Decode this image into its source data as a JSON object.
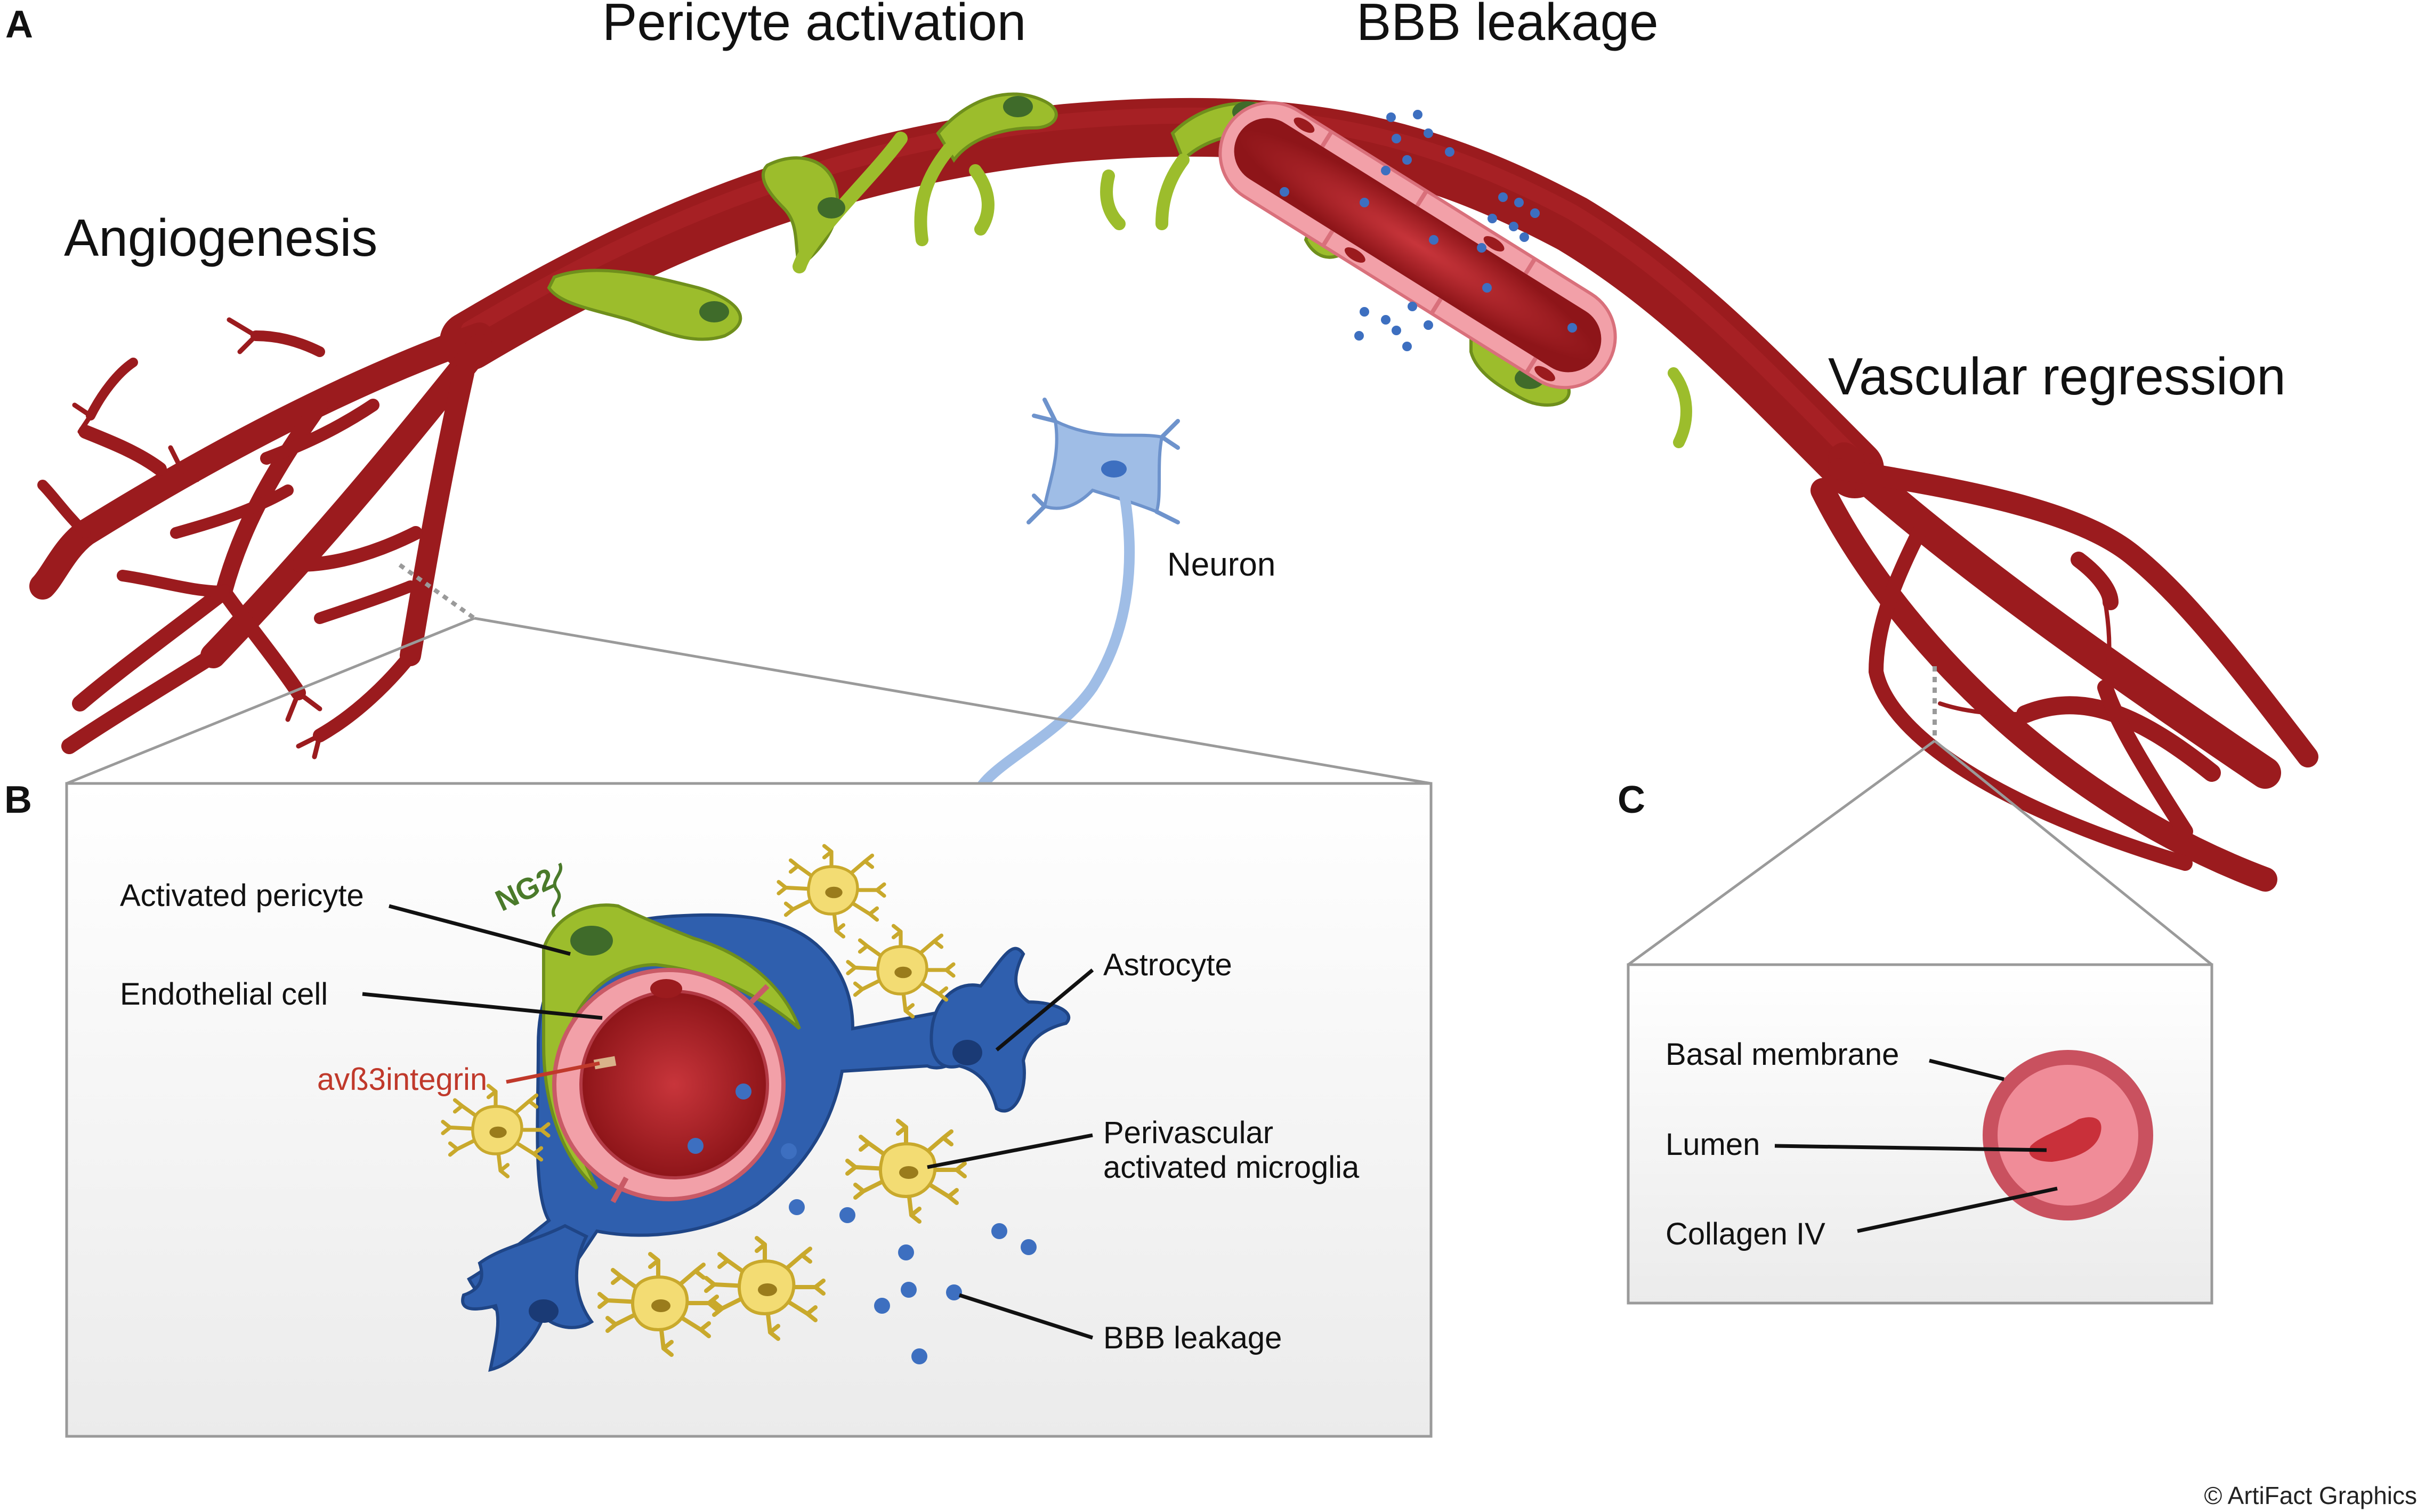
{
  "panels": {
    "a": {
      "letter": "A"
    },
    "b": {
      "letter": "B"
    },
    "c": {
      "letter": "C"
    }
  },
  "panel_a": {
    "pericyte_activation": "Pericyte activation",
    "bbb_leakage": "BBB leakage",
    "angiogenesis": "Angiogenesis",
    "vascular_regression": "Vascular regression",
    "neuron": "Neuron"
  },
  "panel_b": {
    "activated_pericyte": "Activated pericyte",
    "ng2": "NG2",
    "endothelial_cell": "Endothelial cell",
    "integrin": "avß3integrin",
    "astrocyte": "Astrocyte",
    "microglia_line1": "Perivascular",
    "microglia_line2": "activated microglia",
    "bbb_leakage": "BBB leakage"
  },
  "panel_c": {
    "basal_membrane": "Basal membrane",
    "lumen": "Lumen",
    "collagen": "Collagen IV"
  },
  "credit": "© ArtiFact Graphics",
  "colors": {
    "vessel": "#9b1b1e",
    "vessel_dark": "#7a1216",
    "pericyte": "#9cbd2c",
    "pericyte_nucleus": "#3f6b2a",
    "endothelium": "#f2a0a8",
    "astrocyte": "#2f5fae",
    "neuron": "#9fbde6",
    "microglia": "#f3dc73",
    "leak_dot": "#3d6fc0",
    "integrin_text": "#c0392b",
    "ng2_text": "#4a7a2a",
    "panel_bg": "#f2f2f2",
    "panel_border": "#9a9a9a"
  }
}
